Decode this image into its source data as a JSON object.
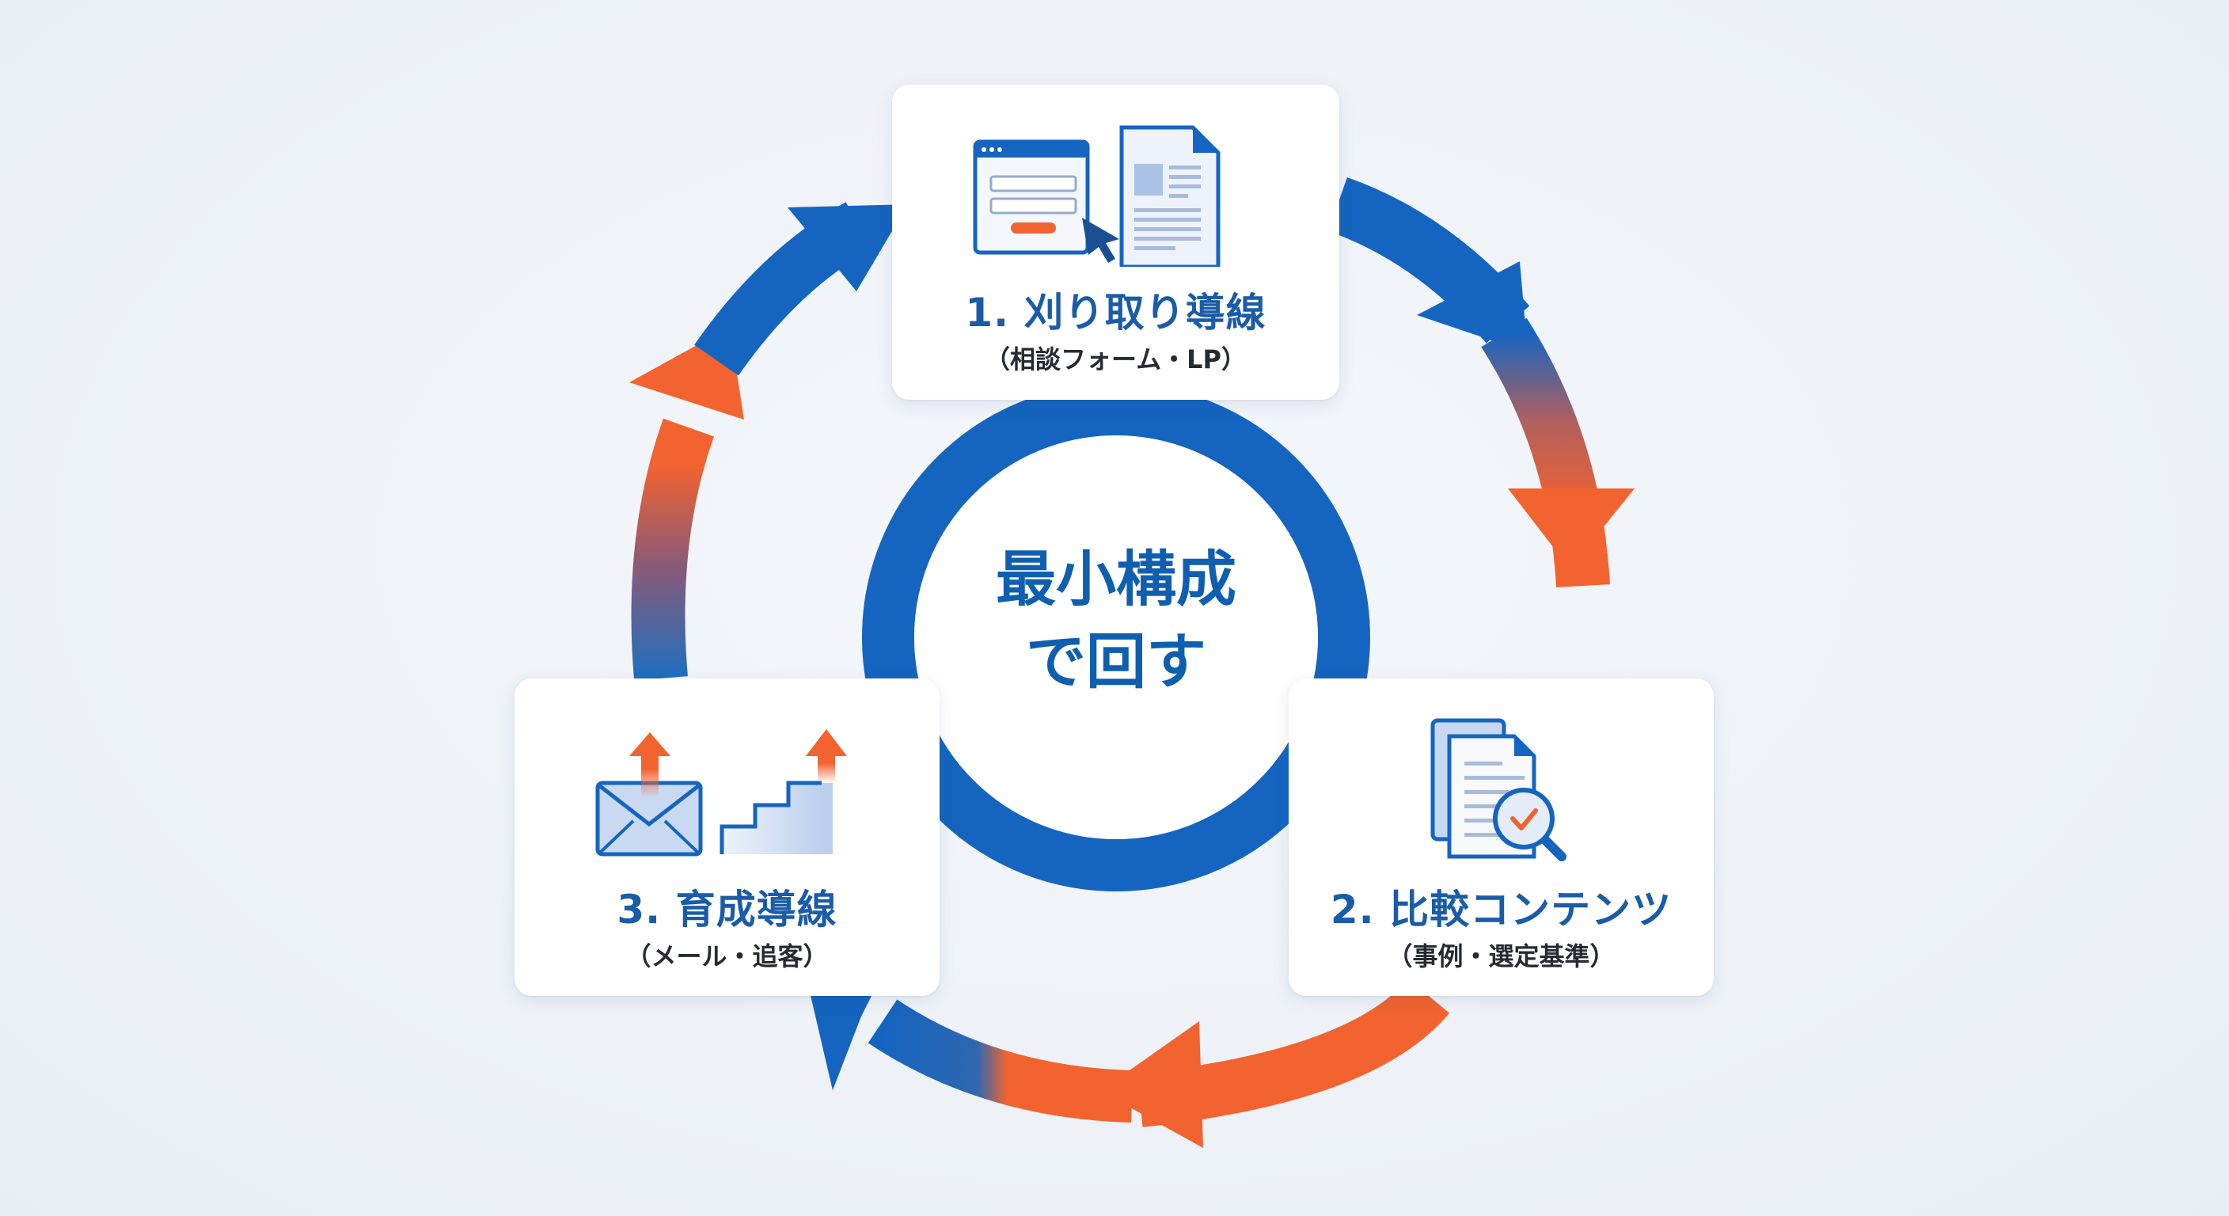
{
  "center": {
    "line1": "最小構成",
    "line2": "で回す"
  },
  "steps": [
    {
      "number": "1.",
      "title": "刈り取り導線",
      "subtitle": "（相談フォーム・LP）",
      "icons": [
        "web-form-icon",
        "cursor-icon",
        "document-page-icon"
      ]
    },
    {
      "number": "2.",
      "title": "比較コンテンツ",
      "subtitle": "（事例・選定基準）",
      "icons": [
        "documents-stack-icon",
        "magnifier-check-icon"
      ]
    },
    {
      "number": "3.",
      "title": "育成導線",
      "subtitle": "（メール・追客）",
      "icons": [
        "email-send-icon",
        "staircase-growth-icon"
      ]
    }
  ],
  "colors": {
    "blue": "#1565c0",
    "blue_dark": "#0d57a8",
    "orange": "#f26330",
    "title_text": "#1a5ca8",
    "subtitle_text": "#262b33",
    "background": "#eef2f7",
    "card": "#ffffff"
  }
}
